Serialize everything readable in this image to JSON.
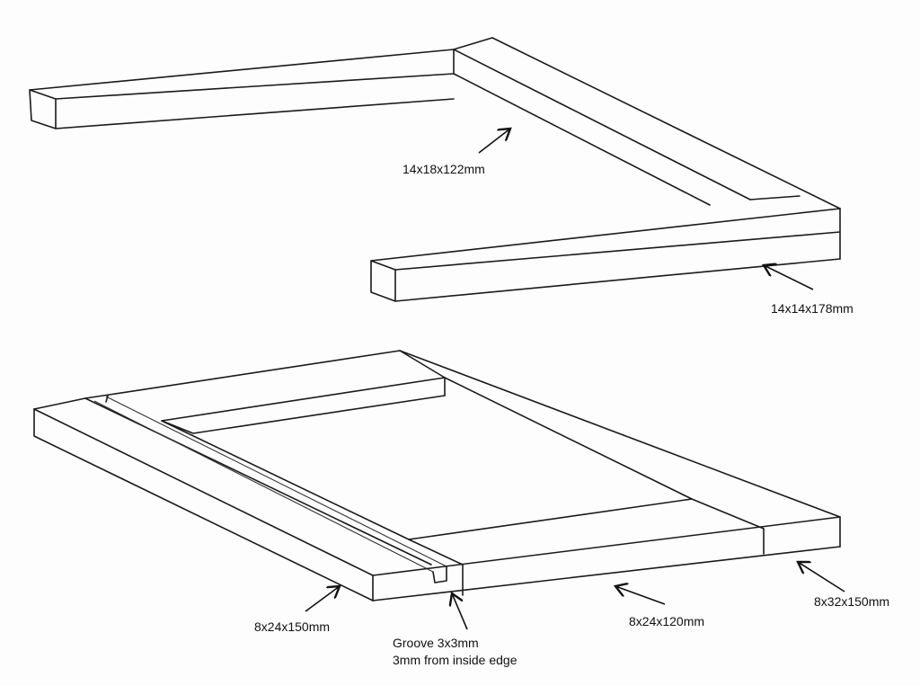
{
  "labels": {
    "top_side_rail": "14x18x122mm",
    "top_front_rail": "14x14x178mm",
    "left_stile": "8x24x150mm",
    "groove_line1": "Groove 3x3mm",
    "groove_line2": "3mm from inside edge",
    "front_rail": "8x24x120mm",
    "right_stile": "8x32x150mm"
  }
}
